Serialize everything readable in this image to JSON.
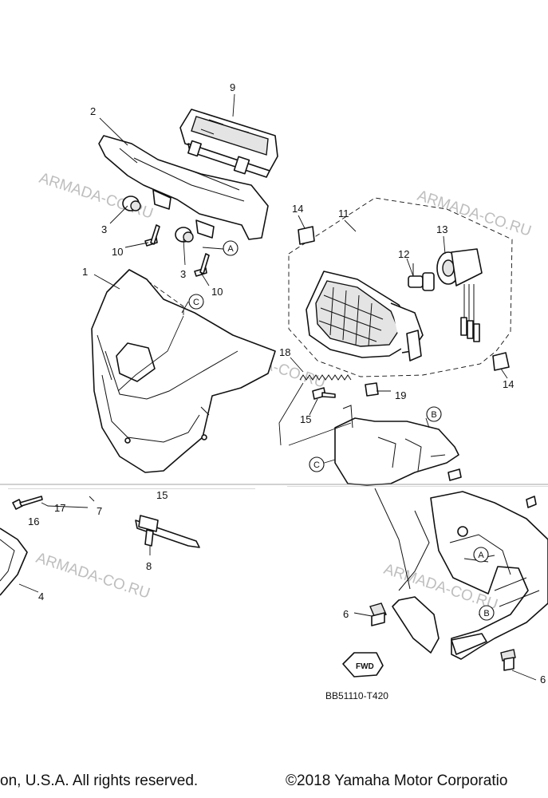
{
  "callouts": [
    {
      "id": "c9",
      "label": "9"
    },
    {
      "id": "c2",
      "label": "2"
    },
    {
      "id": "c3a",
      "label": "3"
    },
    {
      "id": "c10a",
      "label": "10"
    },
    {
      "id": "c3b",
      "label": "3"
    },
    {
      "id": "c10b",
      "label": "10"
    },
    {
      "id": "c14a",
      "label": "14"
    },
    {
      "id": "c11",
      "label": "11"
    },
    {
      "id": "c13",
      "label": "13"
    },
    {
      "id": "c12",
      "label": "12"
    },
    {
      "id": "c1",
      "label": "1"
    },
    {
      "id": "c18",
      "label": "18"
    },
    {
      "id": "c14b",
      "label": "14"
    },
    {
      "id": "c19",
      "label": "19"
    },
    {
      "id": "c15a",
      "label": "15"
    },
    {
      "id": "c16",
      "label": "16"
    },
    {
      "id": "c17",
      "label": "17"
    },
    {
      "id": "c7",
      "label": "7"
    },
    {
      "id": "c15b",
      "label": "15"
    },
    {
      "id": "c8",
      "label": "8"
    },
    {
      "id": "c4",
      "label": "4"
    },
    {
      "id": "c6a",
      "label": "6"
    },
    {
      "id": "c6b",
      "label": "6"
    }
  ],
  "reference_letters": [
    "A",
    "B",
    "C"
  ],
  "watermark": "ARMADA-CO.RU",
  "fwd_label": "FWD",
  "diagram_code": "BB51110-T420",
  "footer": {
    "left": "on, U.S.A. All rights reserved.",
    "right": "©2018 Yamaha Motor Corporatio"
  }
}
